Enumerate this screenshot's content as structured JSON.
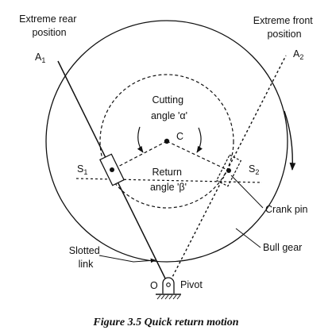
{
  "figure": {
    "caption": "Figure 3.5 Quick return motion",
    "labels": {
      "extreme_rear": [
        "Extreme rear",
        "position"
      ],
      "extreme_front": [
        "Extreme front",
        "position"
      ],
      "a1": {
        "main": "A",
        "sub": "1"
      },
      "a2": {
        "main": "A",
        "sub": "2"
      },
      "s1": {
        "main": "S",
        "sub": "1"
      },
      "s2": {
        "main": "S",
        "sub": "2"
      },
      "cutting_angle": [
        "Cutting",
        "angle 'α'"
      ],
      "return_angle": [
        "Return",
        "angle 'β'"
      ],
      "center": "C",
      "crank_pin": "Crank pin",
      "bull_gear": "Bull gear",
      "slotted_link": [
        "Slotted",
        "link"
      ],
      "pivot_point": "O",
      "pivot": "Pivot"
    }
  }
}
